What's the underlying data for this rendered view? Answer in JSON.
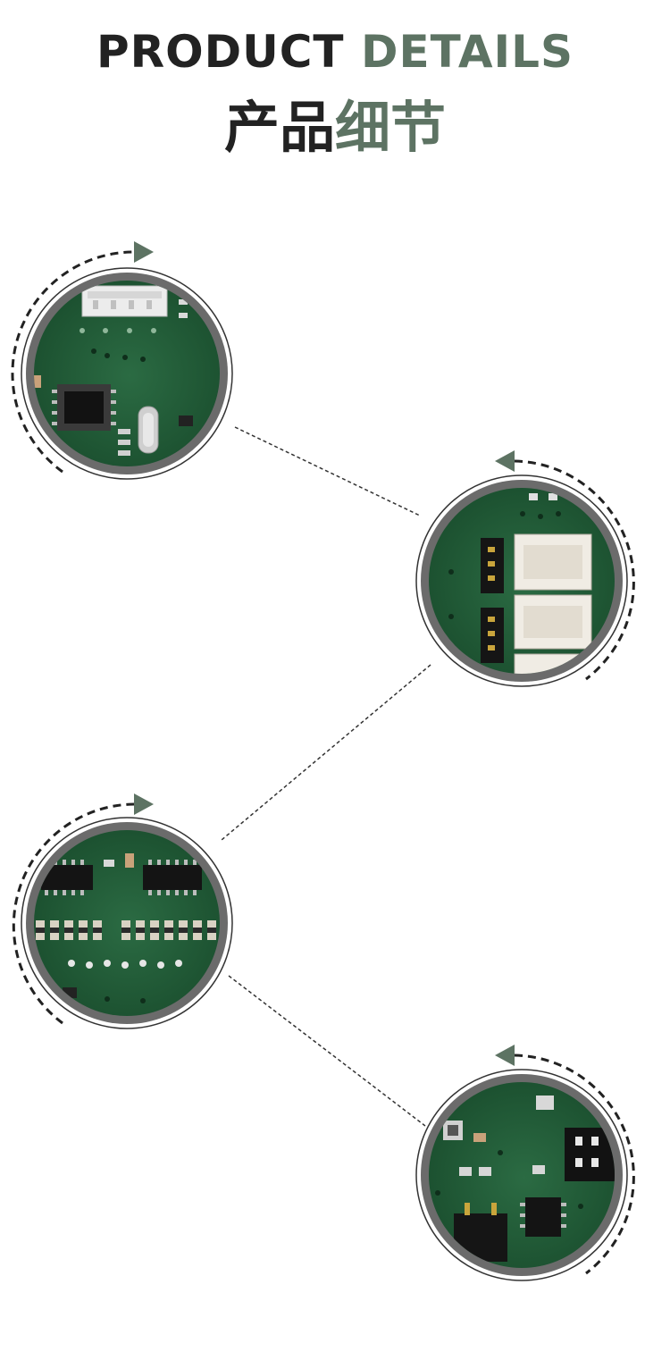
{
  "header": {
    "title_en_part1": "PRODUCT ",
    "title_en_part2": "DETAILS",
    "title_zh_part1": "产品",
    "title_zh_part2": "细节"
  },
  "colors": {
    "accent": "#5d7363",
    "title_dark": "#222222",
    "ring_gray": "#6b6b6b",
    "pcb_green": "#1f5a35"
  },
  "details": [
    {
      "subject": "connector header and chip closeup",
      "arrow_direction": "right"
    },
    {
      "subject": "white JST connectors S2 S3",
      "arrow_direction": "left"
    },
    {
      "subject": "resistor array and ICs",
      "arrow_direction": "right"
    },
    {
      "subject": "DIP switch and chips",
      "arrow_direction": "left"
    }
  ]
}
